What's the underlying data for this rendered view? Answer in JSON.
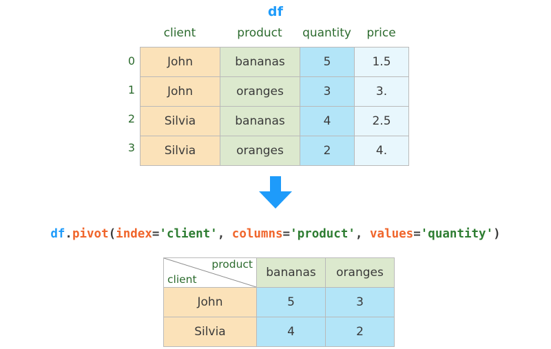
{
  "title": {
    "label": "df",
    "color": "#1e9bfa"
  },
  "source_table": {
    "name": "df",
    "index_name": "",
    "index_labels": [
      "0",
      "1",
      "2",
      "3"
    ],
    "columns": [
      {
        "label": "client",
        "color": "#fbe2b9"
      },
      {
        "label": "product",
        "color": "#dce9ce"
      },
      {
        "label": "quantity",
        "color": "#b3e5f8"
      },
      {
        "label": "price",
        "color": "#e8f7fd"
      }
    ],
    "rows": [
      {
        "client": "John",
        "product": "bananas",
        "quantity": "5",
        "price": "1.5"
      },
      {
        "client": "John",
        "product": "oranges",
        "quantity": "3",
        "price": "3."
      },
      {
        "client": "Silvia",
        "product": "bananas",
        "quantity": "4",
        "price": "2.5"
      },
      {
        "client": "Silvia",
        "product": "oranges",
        "quantity": "2",
        "price": "4."
      }
    ]
  },
  "arrow": {
    "name": "down-arrow-icon",
    "direction": "down",
    "color": "#1e9bfa"
  },
  "code": {
    "full": "df.pivot(index='client', columns='product', values='quantity')",
    "tokens": [
      {
        "text": "df",
        "kind": "obj"
      },
      {
        "text": ".",
        "kind": "punct"
      },
      {
        "text": "pivot",
        "kind": "fn"
      },
      {
        "text": "(",
        "kind": "punct"
      },
      {
        "text": "index",
        "kind": "kw"
      },
      {
        "text": "=",
        "kind": "punct"
      },
      {
        "text": "'client'",
        "kind": "str"
      },
      {
        "text": ", ",
        "kind": "punct"
      },
      {
        "text": "columns",
        "kind": "kw"
      },
      {
        "text": "=",
        "kind": "punct"
      },
      {
        "text": "'product'",
        "kind": "str"
      },
      {
        "text": ", ",
        "kind": "punct"
      },
      {
        "text": "values",
        "kind": "kw"
      },
      {
        "text": "=",
        "kind": "punct"
      },
      {
        "text": "'quantity'",
        "kind": "str"
      },
      {
        "text": ")",
        "kind": "punct"
      }
    ]
  },
  "result_table": {
    "corner": {
      "columns_name": "product",
      "index_name": "client"
    },
    "column_headers": [
      "bananas",
      "oranges"
    ],
    "index_labels": [
      "John",
      "Silvia"
    ],
    "rows": [
      {
        "index": "John",
        "bananas": "5",
        "oranges": "3"
      },
      {
        "index": "Silvia",
        "bananas": "4",
        "oranges": "2"
      }
    ],
    "colors": {
      "index_bg": "#fbe2b9",
      "header_bg": "#dce9ce",
      "value_bg": "#b3e5f8",
      "border": "#b9b9b9"
    }
  }
}
